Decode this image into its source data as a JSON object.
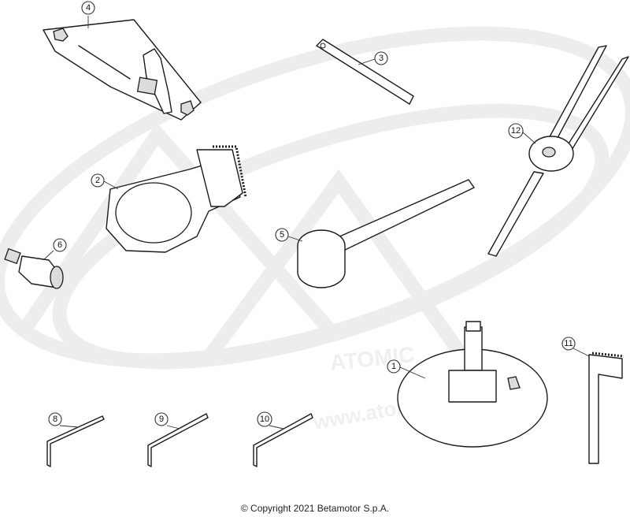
{
  "callouts": {
    "c1": "1",
    "c2": "2",
    "c3": "3",
    "c4": "4",
    "c5": "5",
    "c6": "6",
    "c8": "8",
    "c9": "9",
    "c10": "10",
    "c11": "11",
    "c12": "12"
  },
  "watermark": {
    "brand": "ATOMIC",
    "url": "www.atomicmoto..."
  },
  "footer": {
    "copyright": "© Copyright 2021 Betamotor S.p.A."
  }
}
